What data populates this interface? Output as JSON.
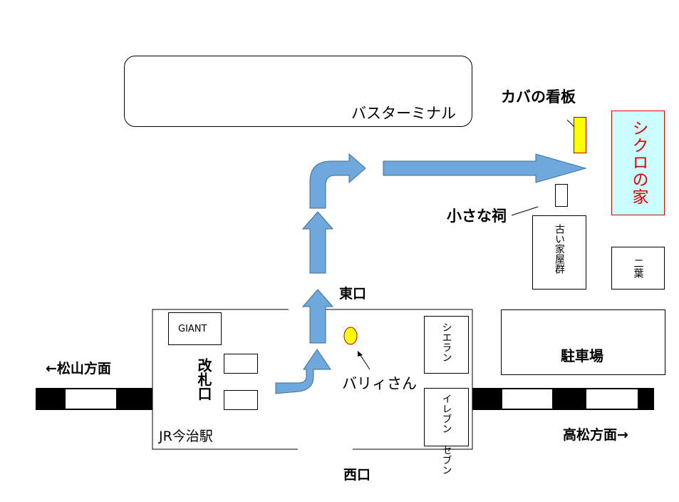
{
  "bus_terminal": {
    "label": "バスターミナル"
  },
  "kaba_sign": {
    "label": "カバの看板",
    "color": "#ffff00",
    "border": "#c00000"
  },
  "shikuro_house": {
    "label": "シクロの家",
    "text_color": "#e00000",
    "bg": "#ccffff",
    "border": "#e00000"
  },
  "small_shrine": {
    "label": "小さな祠"
  },
  "old_houses": {
    "label": "古い家屋群"
  },
  "futaba": {
    "label": "二葉"
  },
  "east_exit": {
    "label": "東口"
  },
  "west_exit": {
    "label": "西口"
  },
  "station": {
    "name": "JR今治駅",
    "giant": "GIANT",
    "ticket_gate": "改札口",
    "cierane": "シエラン",
    "seven_eleven": "イレブン セブン"
  },
  "barry": {
    "label": "バリィさん",
    "color": "#ffff00"
  },
  "parking": {
    "label": "駐車場"
  },
  "direction_left": {
    "label": "←松山方面"
  },
  "direction_right": {
    "label": "高松方面→"
  },
  "arrow_color": "#6fa8dc"
}
